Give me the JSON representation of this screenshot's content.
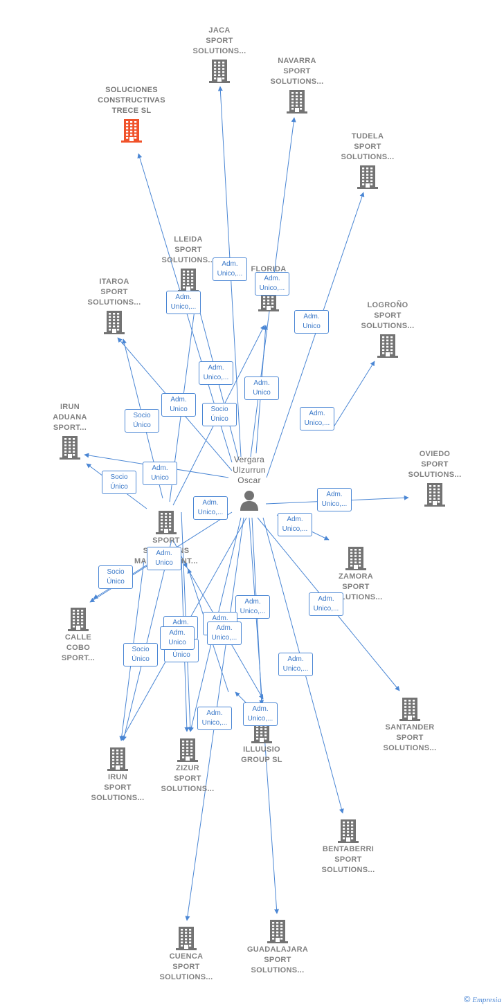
{
  "colors": {
    "edge": "#4a86d4",
    "building": "#737373",
    "highlight": "#f0522a",
    "label": "#808080"
  },
  "center": {
    "name": "Vergara\nUlzurrun\nOscar",
    "icon": "person-icon"
  },
  "nodes": [
    {
      "id": "jaca",
      "label": "JACA\nSPORT\nSOLUTIONS...",
      "pos": "top"
    },
    {
      "id": "navarra",
      "label": "NAVARRA\nSPORT\nSOLUTIONS...",
      "pos": "top"
    },
    {
      "id": "soluciones",
      "label": "SOLUCIONES\nCONSTRUCTIVAS\nTRECE  SL",
      "pos": "top",
      "highlight": true
    },
    {
      "id": "tudela",
      "label": "TUDELA\nSPORT\nSOLUTIONS...",
      "pos": "top"
    },
    {
      "id": "lleida",
      "label": "LLEIDA\nSPORT\nSOLUTIONS...",
      "pos": "top"
    },
    {
      "id": "florida",
      "label": "FLORIDA\nSOL...",
      "pos": "top"
    },
    {
      "id": "itaroa",
      "label": "ITAROA\nSPORT\nSOLUTIONS...",
      "pos": "top"
    },
    {
      "id": "logrono",
      "label": "LOGROÑO\nSPORT\nSOLUTIONS...",
      "pos": "top"
    },
    {
      "id": "irunaduana",
      "label": "IRUN\nADUANA\nSPORT...",
      "pos": "top"
    },
    {
      "id": "oviedo",
      "label": "OVIEDO\nSPORT\nSOLUTIONS...",
      "pos": "top"
    },
    {
      "id": "sportsol",
      "label": "SPORT\nSOLUTIONS\nMANAGEMENT...",
      "pos": "bottom"
    },
    {
      "id": "zamora",
      "label": "ZAMORA\nSPORT\nSOLUTIONS...",
      "pos": "bottom"
    },
    {
      "id": "callecobo",
      "label": "CALLE\nCOBO\nSPORT...",
      "pos": "bottom"
    },
    {
      "id": "santander",
      "label": "SANTANDER\nSPORT\nSOLUTIONS...",
      "pos": "bottom"
    },
    {
      "id": "illusio",
      "label": "ILLUUSIO\nGROUP  SL",
      "pos": "bottom"
    },
    {
      "id": "irun",
      "label": "IRUN\nSPORT\nSOLUTIONS...",
      "pos": "bottom"
    },
    {
      "id": "zizur",
      "label": "ZIZUR\nSPORT\nSOLUTIONS...",
      "pos": "bottom"
    },
    {
      "id": "bentaberri",
      "label": "BENTABERRI\nSPORT\nSOLUTIONS...",
      "pos": "bottom"
    },
    {
      "id": "cuenca",
      "label": "CUENCA\nSPORT\nSOLUTIONS...",
      "pos": "bottom"
    },
    {
      "id": "guadalajara",
      "label": "GUADALAJARA\nSPORT\nSOLUTIONS...",
      "pos": "bottom"
    }
  ],
  "edge_labels": [
    "Adm.\nUnico,...",
    "Adm.\nUnico,...",
    "Adm.\nUnico,...",
    "Adm.\nUnico",
    "Adm.\nUnico,...",
    "Adm.\nUnico",
    "Adm.\nUnico",
    "Socio\nÚnico",
    "Socio\nÚnico",
    "Adm.\nUnico,...",
    "Adm.\nUnico",
    "Socio\nÚnico",
    "Adm.\nUnico,...",
    "Adm.\nUnico,...",
    "Adm.\nUnico,...",
    "Adm.\nUnico",
    "Socio\nÚnico",
    "Adm.\nUnico,...",
    "Adm.\nUnico,...",
    "Adm.\nUnico",
    "Adm.\nUnico",
    "Socio\nÚnico",
    "Socio\nÚnico",
    "Adm.\nUnico,...",
    "Adm.\nUnico,...",
    "Adm.\nUnico,...",
    "Adm.\nUnico,...",
    "Adm.\nUnico"
  ],
  "footer": {
    "copyright": "©",
    "brand": "Empresia"
  }
}
